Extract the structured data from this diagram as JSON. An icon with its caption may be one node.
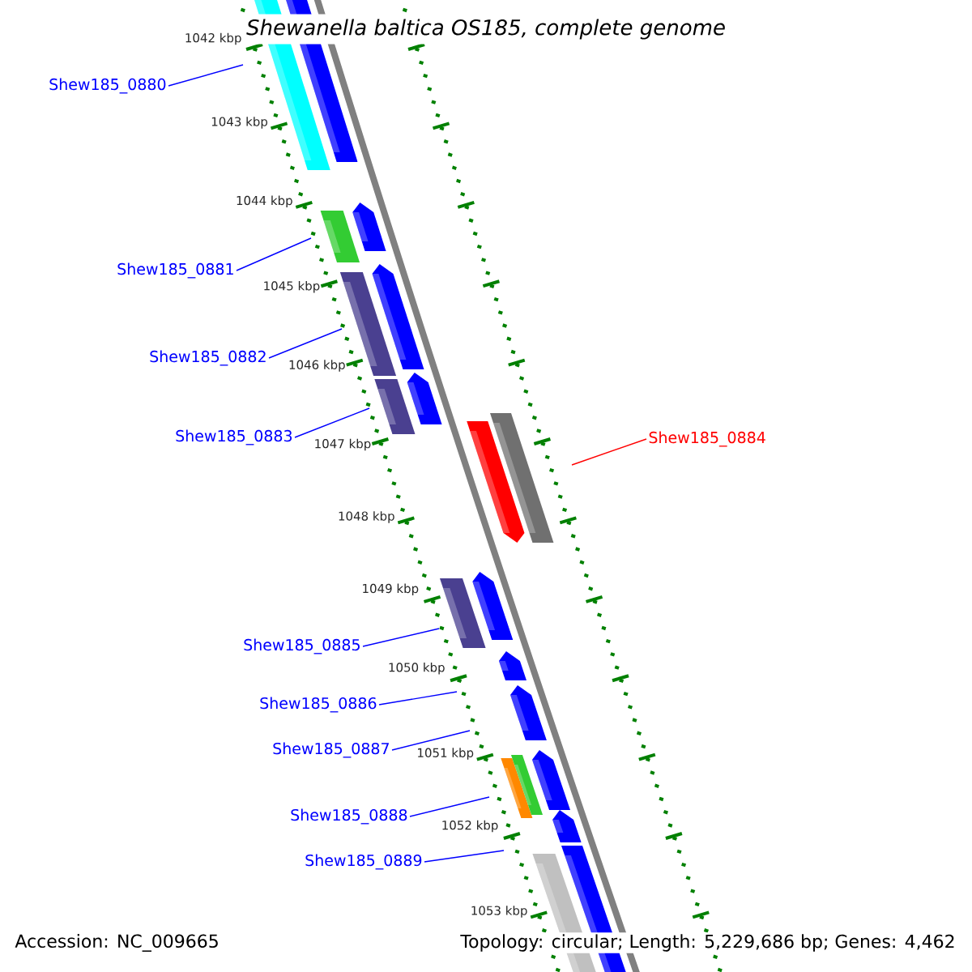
{
  "diagram": {
    "title": "Shewanella baltica OS185, complete genome",
    "nodes": [
      {
        "text": [
          "Shew185_0880"
        ]
      },
      {
        "text": [
          "Shew185_0881"
        ]
      },
      {
        "text": [
          "Shew185_0882"
        ]
      },
      {
        "text": [
          "Shew185_0883"
        ]
      },
      {
        "text": [
          "Shew185_0884"
        ]
      },
      {
        "text": [
          "Shew185_0885"
        ]
      },
      {
        "text": [
          "Shew185_0886"
        ]
      },
      {
        "text": [
          "Shew185_0887"
        ]
      },
      {
        "text": [
          "Shew185_0888"
        ]
      },
      {
        "text": [
          "Shew185_0889"
        ]
      }
    ],
    "edges": [
      {
        "from": 0,
        "to": null,
        "arrow": "none"
      },
      {
        "from": 1,
        "to": null,
        "arrow": "none"
      },
      {
        "from": 2,
        "to": null,
        "arrow": "none"
      },
      {
        "from": 3,
        "to": null,
        "arrow": "none"
      },
      {
        "from": 4,
        "to": null,
        "arrow": "none",
        "color": "#ff0000"
      },
      {
        "from": 5,
        "to": null,
        "arrow": "none"
      },
      {
        "from": 6,
        "to": null,
        "arrow": "none"
      },
      {
        "from": 7,
        "to": null,
        "arrow": "none"
      },
      {
        "from": 8,
        "to": null,
        "arrow": "none"
      },
      {
        "from": 9,
        "to": null,
        "arrow": "none"
      }
    ],
    "labels": [
      "1042 kbp",
      "1043 kbp",
      "1044 kbp",
      "1045 kbp",
      "1046 kbp",
      "1047 kbp",
      "1048 kbp",
      "1049 kbp",
      "1050 kbp",
      "1051 kbp",
      "1052 kbp",
      "1053 kbp",
      "Accession: NC_009665",
      "Topology: circular; Length: 5,229,686 bp; Genes: 4,462"
    ]
  }
}
